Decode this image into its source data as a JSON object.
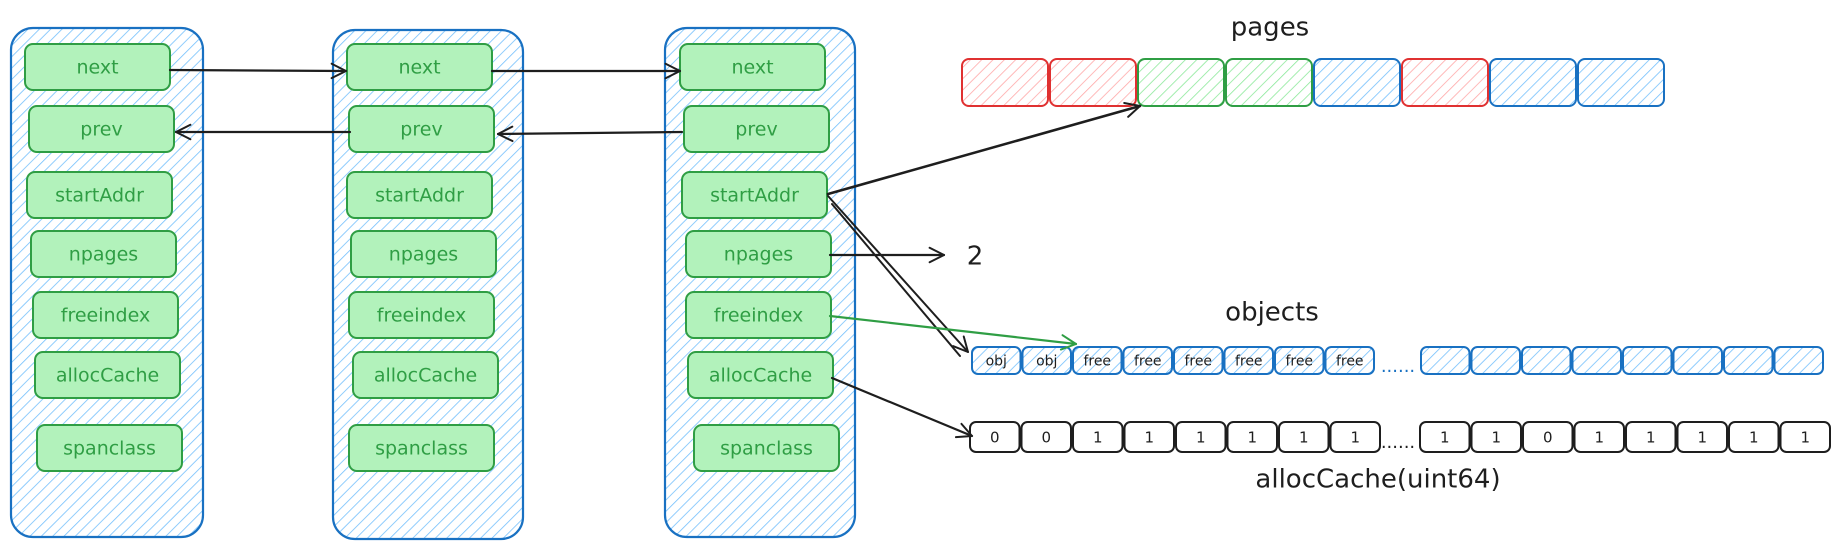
{
  "span_fields": [
    "next",
    "prev",
    "startAddr",
    "npages",
    "freeindex",
    "allocCache",
    "spanclass"
  ],
  "pages_label": "pages",
  "objects_label": "objects",
  "npages_value": "2",
  "alloc_label": "allocCache(uint64)",
  "object_cells": [
    "obj",
    "obj",
    "free",
    "free",
    "free",
    "free",
    "free",
    "free"
  ],
  "ellipsis": "......",
  "bits_left": [
    "0",
    "0",
    "1",
    "1",
    "1",
    "1",
    "1",
    "1"
  ],
  "bits_right": [
    "1",
    "1",
    "0",
    "1",
    "1",
    "1",
    "1",
    "1"
  ],
  "page_colors": [
    "red",
    "red",
    "green",
    "green",
    "blue",
    "red",
    "blue",
    "blue"
  ],
  "colors": {
    "blue": "#1971c2",
    "green": "#2f9e44",
    "red": "#e03131",
    "field_fill": "#b2f2bb",
    "ink": "#1e1e1e"
  }
}
